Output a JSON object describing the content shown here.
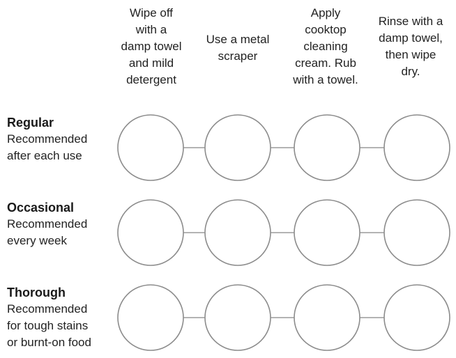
{
  "headers": [
    "Wipe off\nwith a\ndamp towel\nand mild\ndetergent",
    "Use a metal\nscraper",
    "Apply\ncooktop\ncleaning\ncream. Rub\nwith a towel.",
    "Rinse with a\ndamp towel,\nthen wipe\ndry."
  ],
  "rows": [
    {
      "title": "Regular",
      "desc": "Recommended\nafter each use",
      "steps": [
        "wipe-detergent",
        "",
        "",
        ""
      ]
    },
    {
      "title": "Occasional",
      "desc": "Recommended\nevery week",
      "steps": [
        "",
        "",
        "apply-cream",
        "rinse-dry"
      ]
    },
    {
      "title": "Thorough",
      "desc": "Recommended\nfor tough stains\nor burnt-on food",
      "steps": [
        "",
        "metal-scraper",
        "apply-cream",
        "rinse-dry"
      ]
    }
  ],
  "colors": {
    "line": "#9a9a9a",
    "circle": "#8c8c8c",
    "text": "#1a1a1a"
  }
}
